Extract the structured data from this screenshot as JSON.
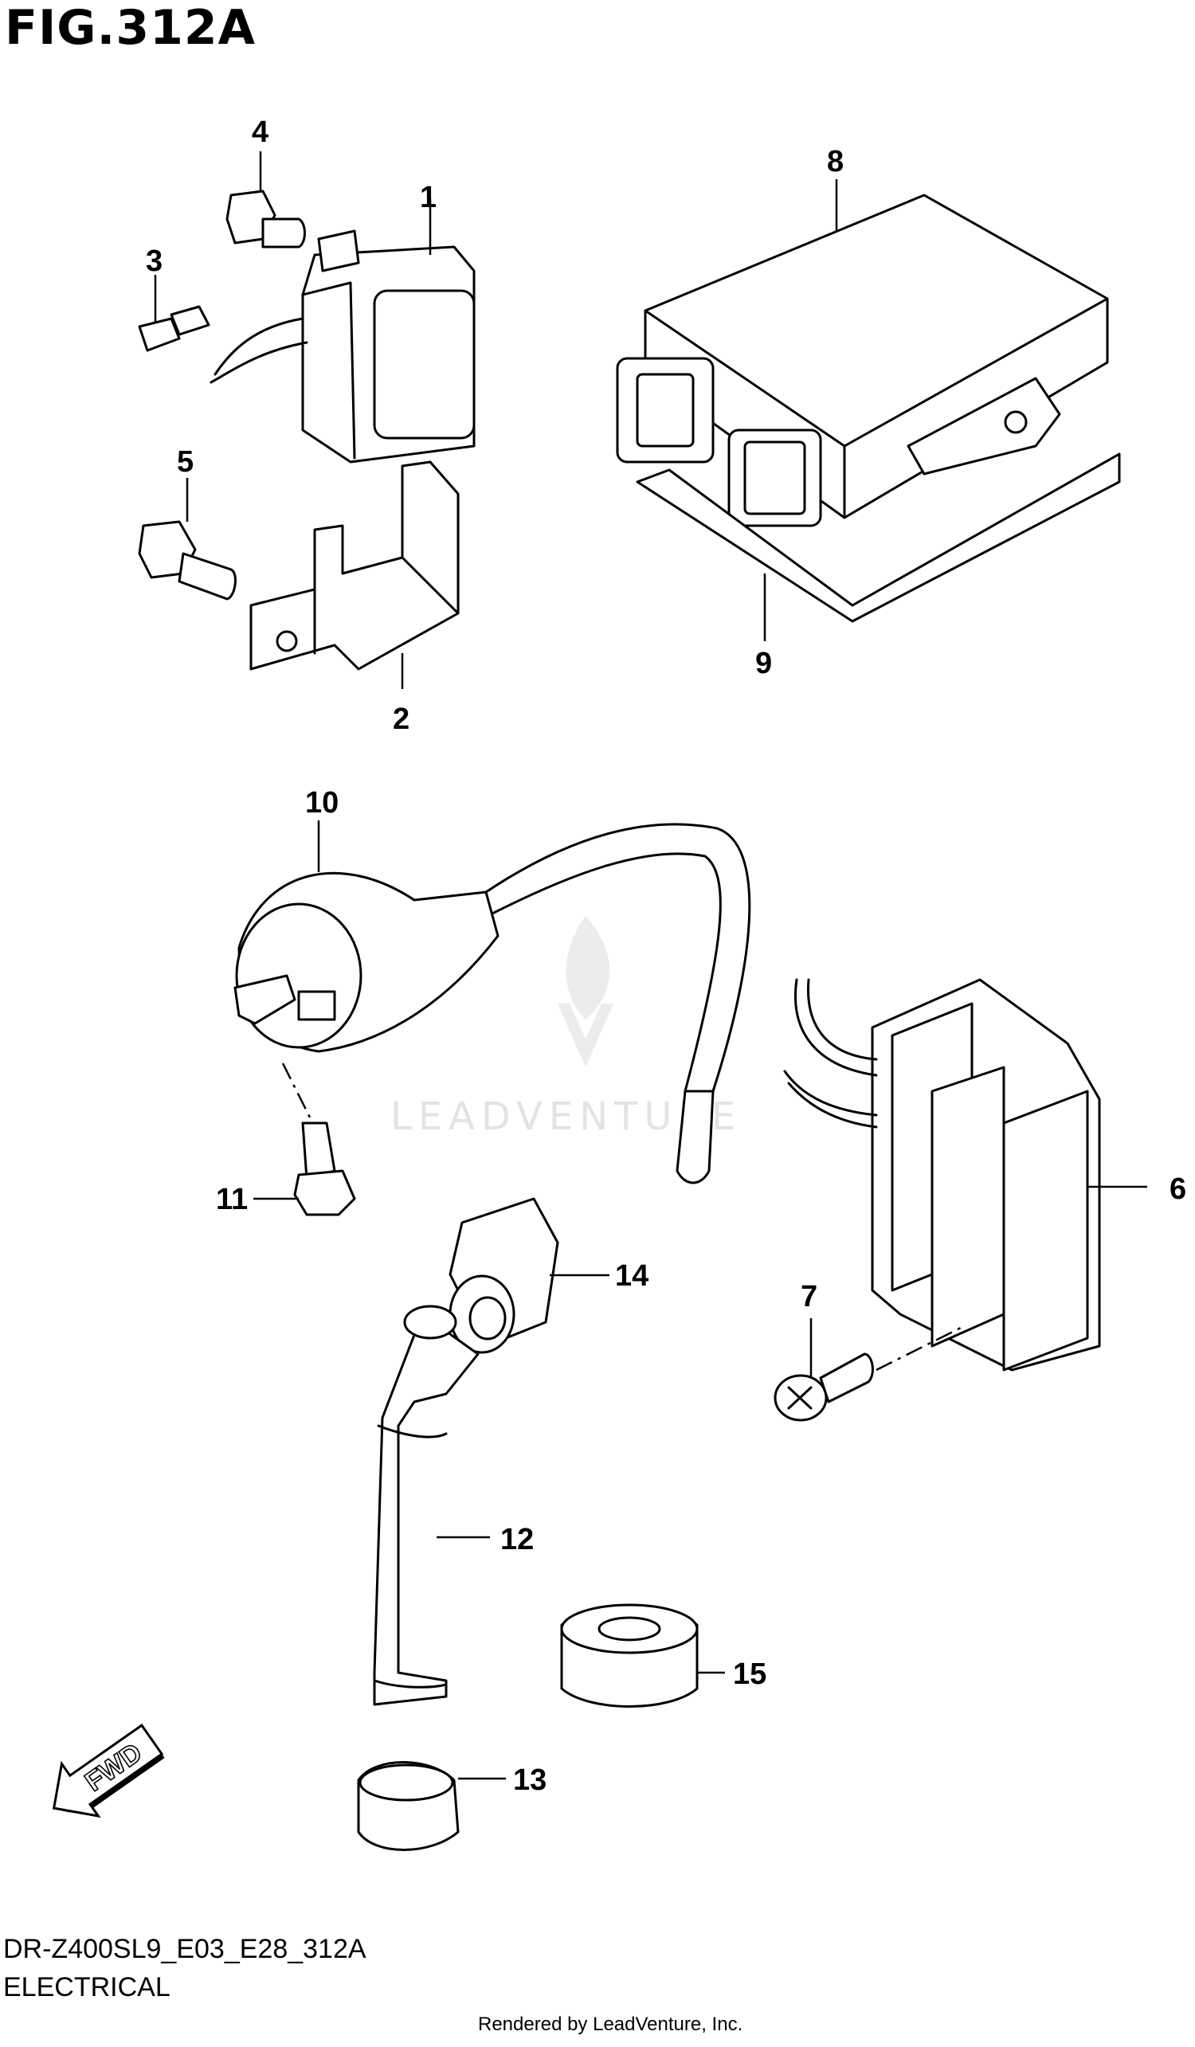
{
  "figure": {
    "title": "FIG.312A",
    "model_code": "DR-Z400SL9_E03_E28_312A",
    "section": "ELECTRICAL",
    "rendered_by": "Rendered by LeadVenture, Inc.",
    "watermark": "LEADVENTURE",
    "fwd_label": "FWD"
  },
  "callouts": [
    "1",
    "2",
    "3",
    "4",
    "5",
    "6",
    "7",
    "8",
    "9",
    "10",
    "11",
    "12",
    "13",
    "14",
    "15"
  ]
}
